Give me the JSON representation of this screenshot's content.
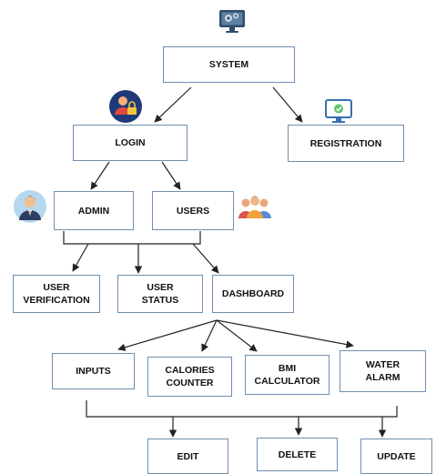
{
  "nodes": {
    "system": "SYSTEM",
    "login": "LOGIN",
    "registration": "REGISTRATION",
    "admin": "ADMIN",
    "users": "USERS",
    "user_verification": "USER\nVERIFICATION",
    "user_status": "USER\nSTATUS",
    "dashboard": "DASHBOARD",
    "inputs": "INPUTS",
    "calories_counter": "CALORIES\nCOUNTER",
    "bmi_calculator": "BMI\nCALCULATOR",
    "water_alarm": "WATER\nALARM",
    "edit": "EDIT",
    "delete": "DELETE",
    "update": "UPDATE"
  },
  "icons": {
    "system": "monitor-gear-icon",
    "login": "user-lock-icon",
    "registration": "monitor-check-icon",
    "admin": "admin-avatar-icon",
    "users": "user-group-icon"
  },
  "colors": {
    "box_border": "#6f8fb0",
    "line": "#222222",
    "text": "#111111"
  }
}
